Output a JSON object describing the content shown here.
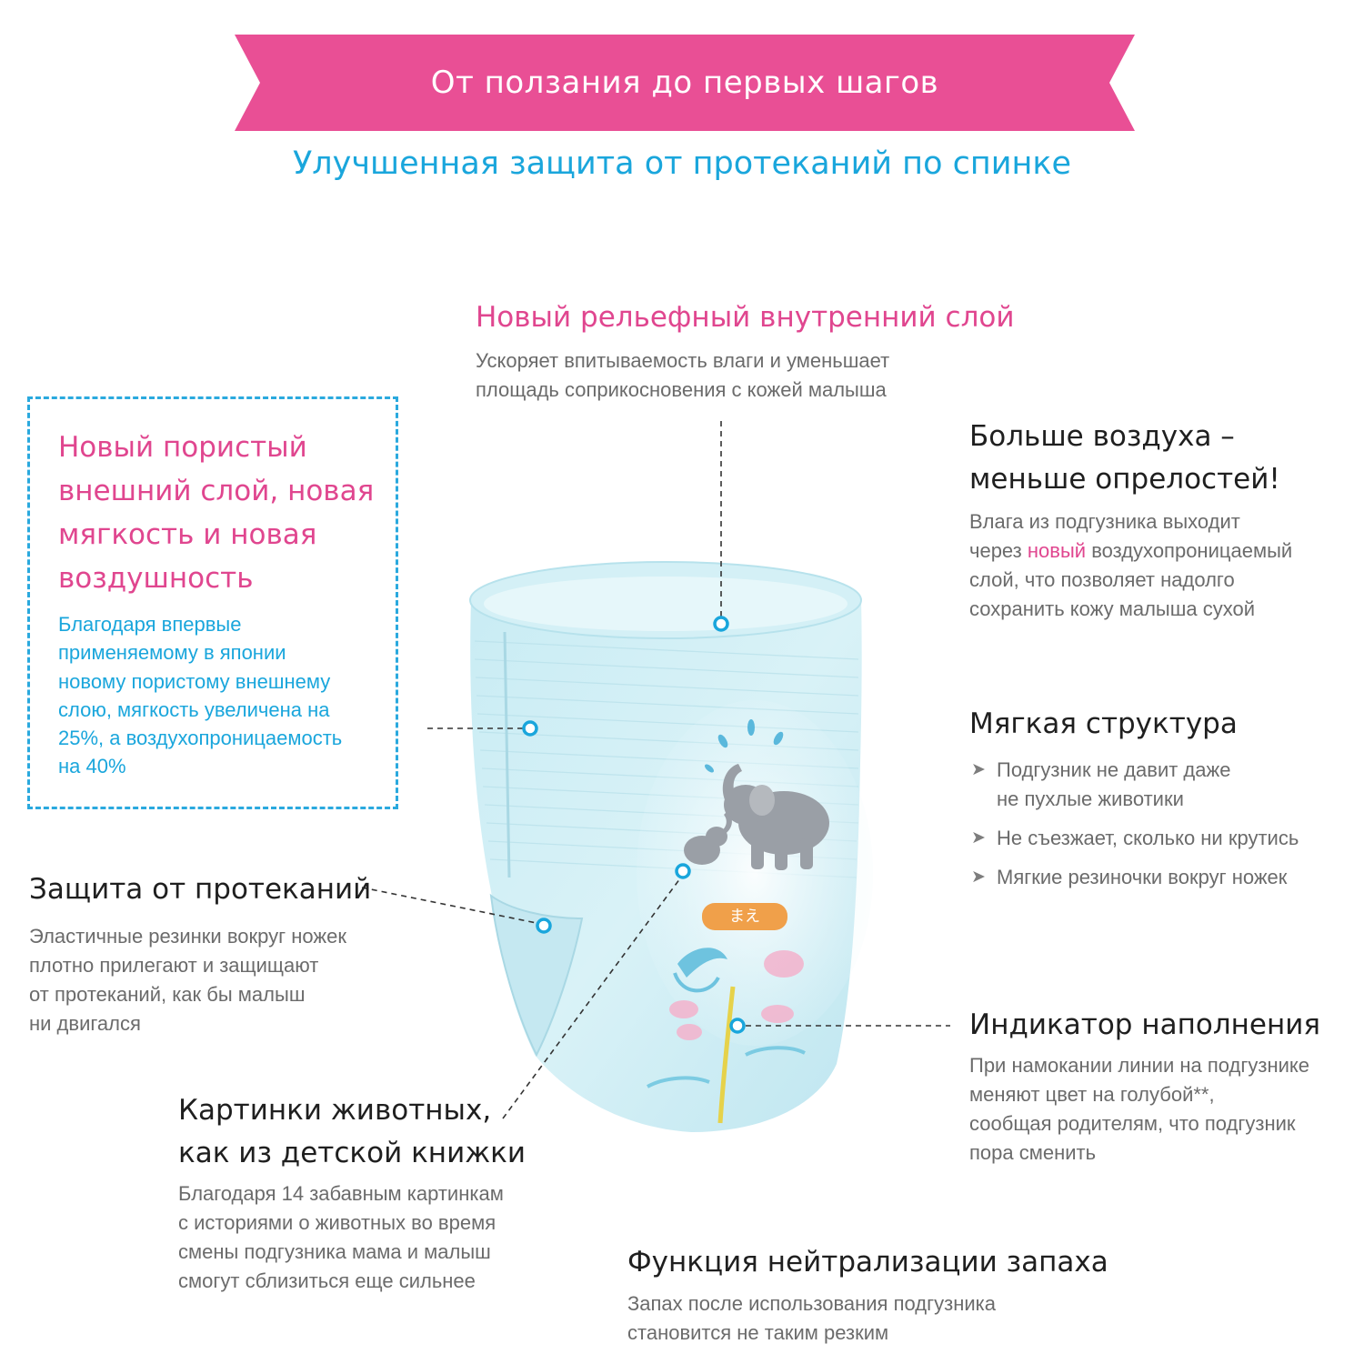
{
  "banner": {
    "title": "От ползания до первых шагов",
    "color": "#e94f95"
  },
  "subtitle": "Улучшенная защита от протеканий по спинке",
  "top_feature": {
    "title": "Новый рельефный внутренний слой",
    "text": "Ускоряет впитываемость влаги и уменьшает\nплощадь соприкосновения с кожей малыша"
  },
  "left_box": {
    "title": "Новый пористый\nвнешний слой, новая\nмягкость и новая\nвоздушность",
    "text": "Благодаря впервые\nприменяемому в японии\nновому пористому внешнему\nслою, мягкость увеличена на\n25%, а воздухопроницаемость\nна 40%"
  },
  "air": {
    "title": "Больше воздуха –\nменьше опрелостей!",
    "text_line1": "Влага из подгузника выходит",
    "text_pre": "через ",
    "text_highlight": "новый",
    "text_post": " воздухопроницаемый",
    "text_rest": "слой, что позволяет надолго\nсохранить кожу малыша сухой"
  },
  "soft": {
    "title": "Мягкая структура",
    "items": [
      "Подгузник не давит даже\nне пухлые животики",
      "Не съезжает, сколько ни крутись",
      "Мягкие резиночки вокруг ножек"
    ]
  },
  "leak": {
    "title": "Защита от протеканий",
    "text": "Эластичные резинки вокруг ножек\nплотно прилегают и защищают\nот протеканий, как бы малыш\nни двигался"
  },
  "indicator": {
    "title": "Индикатор наполнения",
    "text": "При намокании линии на подгузнике\nменяют цвет на голубой**,\nсообщая родителям, что подгузник\nпора сменить"
  },
  "animals": {
    "title": "Картинки животных,\nкак из детской книжки",
    "text": "Благодаря 14 забавным картинкам\nс историями о животных во время\nсмены подгузника мама и малыш\nсмогут сблизиться еще сильнее"
  },
  "odor": {
    "title": "Функция нейтрализации запаха",
    "text": "Запах после использования подгузника\nстановится не таким резким"
  },
  "diaper": {
    "tag_text": "まえ"
  },
  "colors": {
    "pink": "#e0468f",
    "blue": "#1aa6dc",
    "dark": "#1f1f1f",
    "grey": "#6b6b6b"
  }
}
